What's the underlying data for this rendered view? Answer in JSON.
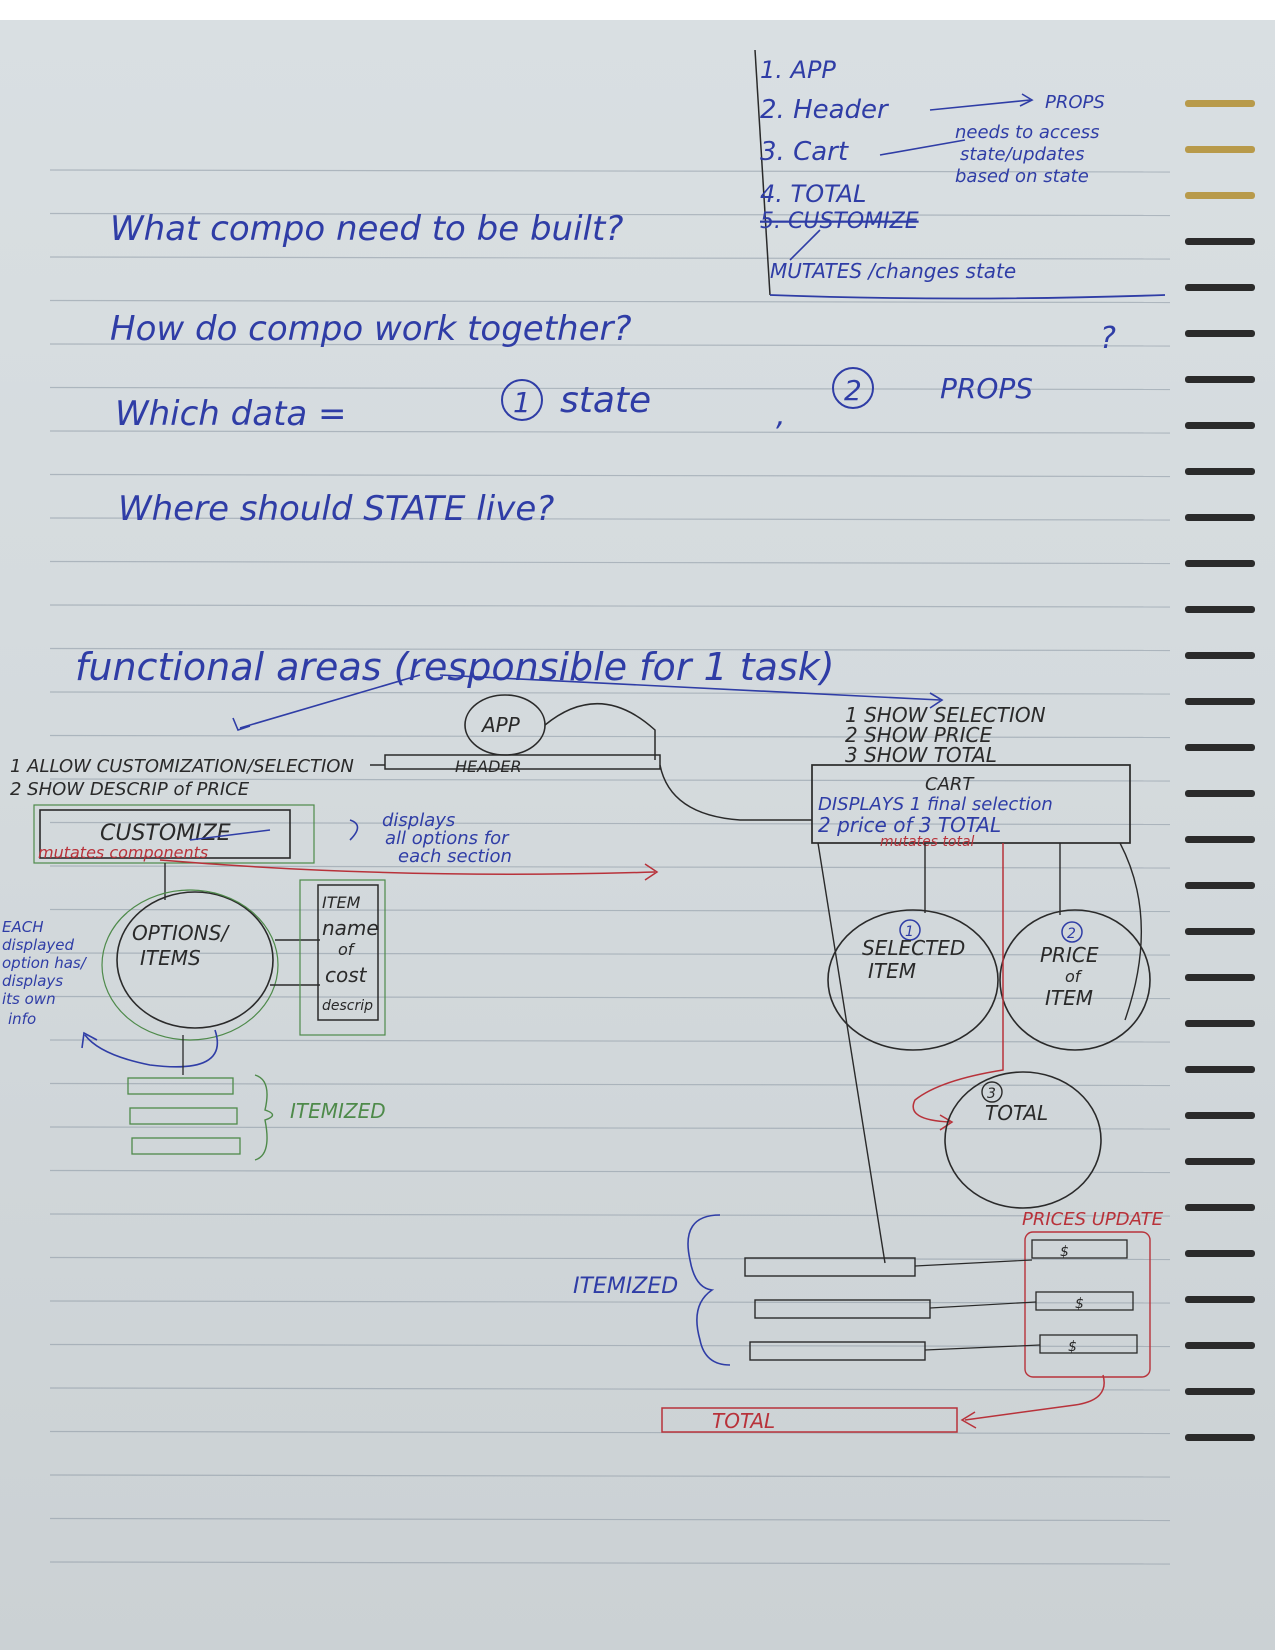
{
  "questions": {
    "q1": "What compo need to be built?",
    "q2": "How do compo work together?",
    "q3_text": "Which data =",
    "q3_n1": "1",
    "q3_v1": "state",
    "q3_n2": "2",
    "q3_v2": "PROPS",
    "q4": "Where should STATE live?"
  },
  "component_list": {
    "items": [
      "1. APP",
      "2. Header",
      "3. Cart",
      "4. TOTAL",
      "5. CUSTOMIZE"
    ],
    "props_label": "PROPS",
    "cart_note_1": "needs to access",
    "cart_note_2": "state/updates",
    "cart_note_3": "based on state",
    "mutates_note": "MUTATES /changes state",
    "question_mark": "?"
  },
  "diagram": {
    "heading": "functional areas (responsible for 1 task)",
    "app_label": "APP",
    "header_label": "HEADER",
    "left_tasks": [
      "1 ALLOW CUSTOMIZATION/SELECTION",
      "2 SHOW DESCRIP of PRICE"
    ],
    "customize_label": "CUSTOMIZE",
    "customize_note": "mutates components",
    "displays_note_1": "displays",
    "displays_note_2": "all options for",
    "displays_note_3": "each section",
    "options_label_1": "OPTIONS/",
    "options_label_2": "ITEMS",
    "item_box": [
      "ITEM",
      "name",
      "of",
      "cost",
      "descrip"
    ],
    "each_note": [
      "EACH",
      "displayed",
      "option has/",
      "displays",
      "its own",
      "info"
    ],
    "itemized_left": "ITEMIZED",
    "right_tasks": [
      "1 SHOW SELECTION",
      "2 SHOW PRICE",
      "3 SHOW TOTAL"
    ],
    "cart_label": "CART",
    "cart_displays": "DISPLAYS 1 final selection",
    "cart_price": "2 price of 3 TOTAL",
    "cart_mutates": "mutates total",
    "selected_item_1": "SELECTED",
    "selected_item_2": "ITEM",
    "price_item": [
      "PRICE",
      "of",
      "ITEM"
    ],
    "total_label": "TOTAL",
    "n1": "1",
    "n2": "2",
    "n3": "3",
    "prices_update": "PRICES UPDATE",
    "dollar": "$",
    "itemized_right": "ITEMIZED",
    "bottom_total": "TOTAL"
  },
  "colors": {
    "blue_ink": "#2f3da6",
    "black_ink": "#2a2a2a",
    "red_ink": "#b8323a",
    "green_ink": "#4e8a4a",
    "paper": "#d6dcdf"
  }
}
